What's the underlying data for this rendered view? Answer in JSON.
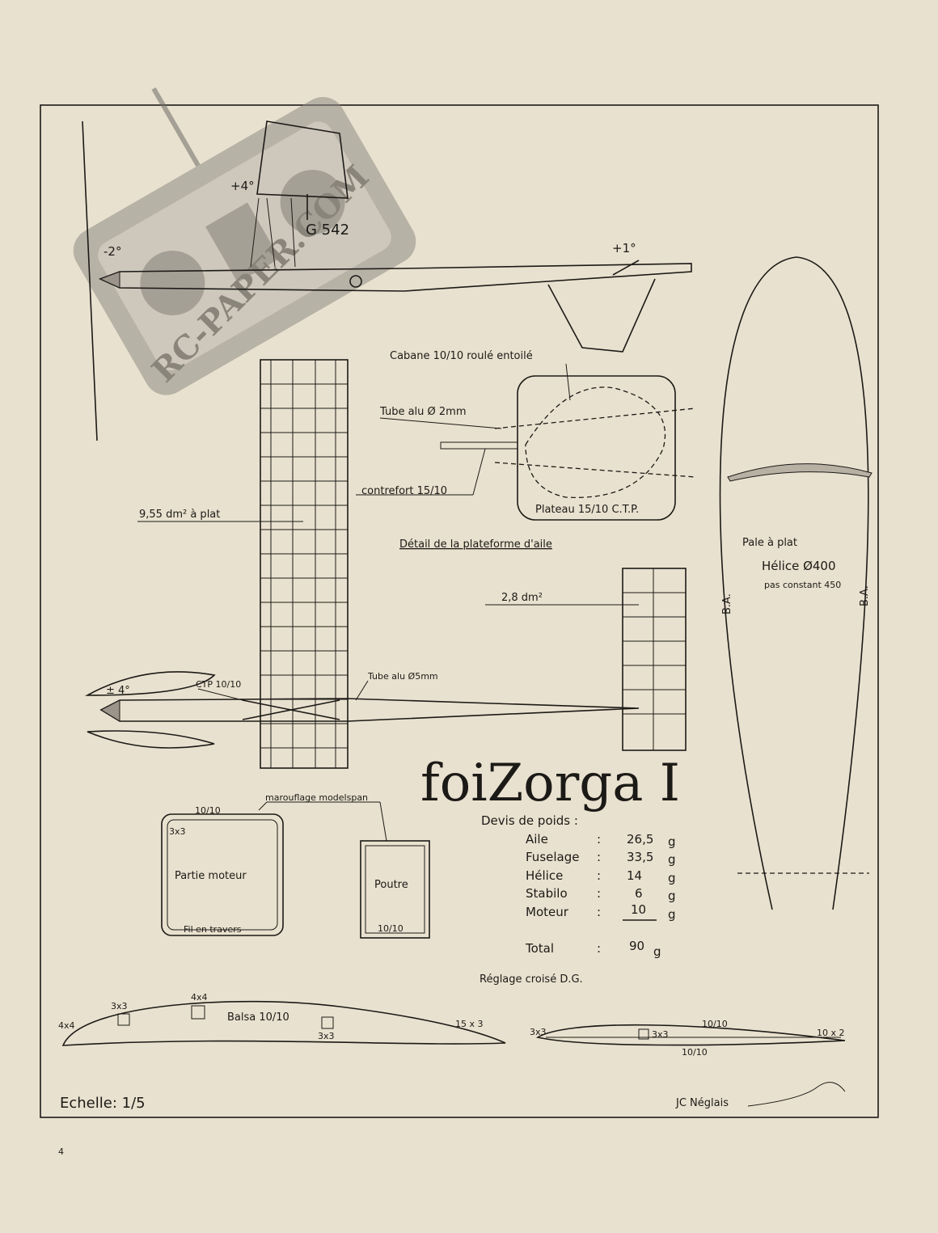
{
  "labels": {
    "angle_top_tail": "+4°",
    "angle_nose": "-2°",
    "angle_stab": "+1°",
    "airfoil_code": "G 542",
    "cabane": "Cabane 10/10 roulé entoilé",
    "tube_2mm": "Tube alu Ø 2mm",
    "contrefort": "contrefort 15/10",
    "plateau": "Plateau 15/10 C.T.P.",
    "detail_title": "Détail de la plateforme d'aile",
    "wing_area": "9,55 dm² à plat",
    "stab_area": "2,8 dm²",
    "angle_prop": "± 4°",
    "ctp": "CTP 10/10",
    "tube_5mm": "Tube alu Ø5mm",
    "maroufflage": "marouflage modelspan",
    "cs_top": "10/10",
    "cs_corner": "3x3",
    "partie_moteur": "Partie moteur",
    "fil_travers": "Fil en travers",
    "poutre": "Poutre",
    "poutre_bottom": "10/10",
    "pale": "Pale à plat",
    "helice": "Hélice Ø400",
    "pas": "pas constant 450",
    "ba_left": "B.A.",
    "ba_right": "B.A.",
    "rib1_4x4_left": "4x4",
    "rib1_3x3_a": "3x3",
    "rib1_4x4_mid": "4x4",
    "rib1_balsa": "Balsa 10/10",
    "rib1_3x3_b": "3x3",
    "rib1_15x3": "15 x 3",
    "rib2_3x3_left": "3x3",
    "rib2_10_10_top": "10/10",
    "rib2_3x3_mid": "3x3",
    "rib2_10x2": "10 x 2",
    "rib2_10_10_bottom": "10/10",
    "scale": "Echelle: 1/5",
    "signature": "JC Néglais",
    "page_number": "4",
    "watermark": "RC-PAPER.COM"
  },
  "title": "foiZorga I",
  "weights": {
    "heading": "Devis de poids :",
    "rows": [
      {
        "name": "Aile",
        "sep": ":",
        "value": "26,5",
        "unit": "g"
      },
      {
        "name": "Fuselage",
        "sep": ":",
        "value": "33,5",
        "unit": "g"
      },
      {
        "name": "Hélice",
        "sep": ":",
        "value": "14",
        "unit": "g"
      },
      {
        "name": "Stabilo",
        "sep": ":",
        "value": "6",
        "unit": "g"
      },
      {
        "name": "Moteur",
        "sep": ":",
        "value": "10",
        "unit": "g"
      }
    ],
    "total_label": "Total",
    "total_sep": ":",
    "total_value": "90",
    "total_unit": "g",
    "note": "Réglage croisé D.G."
  }
}
